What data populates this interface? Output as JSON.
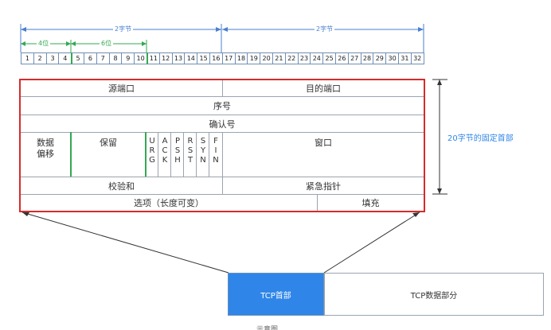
{
  "ruler": {
    "bits": [
      "1",
      "2",
      "3",
      "4",
      "5",
      "6",
      "7",
      "8",
      "9",
      "10",
      "11",
      "12",
      "13",
      "14",
      "15",
      "16",
      "17",
      "18",
      "19",
      "20",
      "21",
      "22",
      "23",
      "24",
      "25",
      "26",
      "27",
      "28",
      "29",
      "30",
      "31",
      "32"
    ],
    "left_span": "2字节",
    "right_span": "2字节",
    "offset_span": "4位",
    "reserved_span": "6位"
  },
  "header": {
    "src_port": "源端口",
    "dst_port": "目的端口",
    "seq": "序号",
    "ack": "确认号",
    "data_offset_line1": "数据",
    "data_offset_line2": "偏移",
    "reserved": "保留",
    "flags": [
      {
        "l1": "U",
        "l2": "R",
        "l3": "G"
      },
      {
        "l1": "A",
        "l2": "C",
        "l3": "K"
      },
      {
        "l1": "P",
        "l2": "S",
        "l3": "H"
      },
      {
        "l1": "R",
        "l2": "S",
        "l3": "T"
      },
      {
        "l1": "S",
        "l2": "Y",
        "l3": "N"
      },
      {
        "l1": "F",
        "l2": "I",
        "l3": "N"
      }
    ],
    "window": "窗口",
    "checksum": "校验和",
    "urgent": "紧急指针",
    "options": "选项（长度可变）",
    "padding": "填充",
    "fixed_header_note": "20字节的固定首部"
  },
  "segment": {
    "tcp_header": "TCP首部",
    "tcp_data": "TCP数据部分"
  },
  "caption": "示意图",
  "colors": {
    "border_red": "#d62b2b",
    "ruler_blue": "#4a7fd0",
    "marker_green": "#34a853",
    "header_fill": "#2f86e8"
  }
}
